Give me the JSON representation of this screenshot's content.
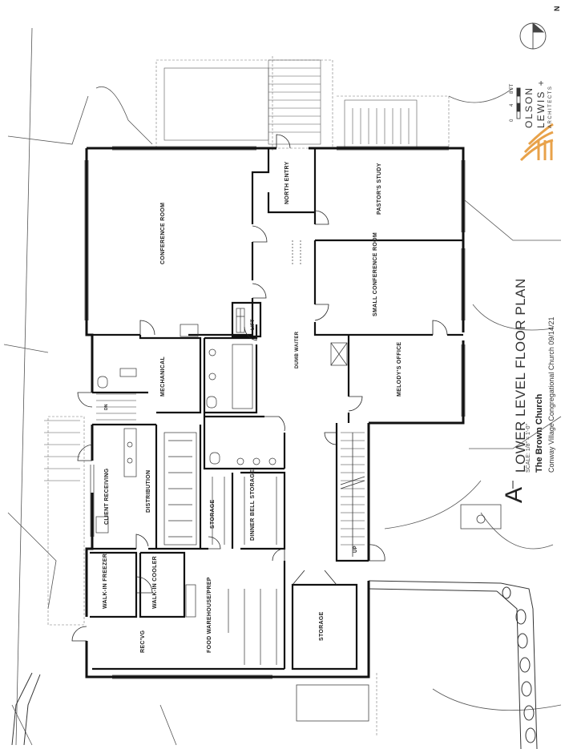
{
  "rooms": {
    "conference_room": "CONFERENCE ROOM",
    "north_entry": "NORTH ENTRY",
    "pastors_study": "PASTOR'S STUDY",
    "small_conference_room": "SMALL CONFERENCE ROOM",
    "mechanical": "MECHANICAL",
    "lift": "LIFT",
    "dumb_waiter": "DUMB WAITER",
    "melodys_office": "MELODY'S OFFICE",
    "client_receiving": "CLIENT RECEIVING",
    "distribution": "DISTRIBUTION",
    "storage_center": "STORAGE",
    "dinner_bell_storage": "DINNER BELL STORAGE",
    "walkin_freezer": "WALK-IN FREEZER",
    "walkin_cooler": "WALK-IN COOLER",
    "food_warehouse": "FOOD WAREHOUSE/PREP",
    "recvg": "REC'VG",
    "storage_lower": "STORAGE",
    "up": "UP",
    "dn": "DN"
  },
  "title_block": {
    "sheet_letter": "A",
    "plan_title": "LOWER LEVEL FLOOR PLAN",
    "scale": "SCALE: 1/8\" = 1'-0\"",
    "church_name": "The Brown Church",
    "subtitle": "Conway Village Congregational Church  09/14/21"
  },
  "firm": {
    "name_line1": "OLSON",
    "name_line2": "LEWIS +",
    "name_line3": "ARCHITECTS",
    "accent_color": "#e8a24a"
  },
  "scale_bar": {
    "t0": "0",
    "t4": "4",
    "t8": "8 FT"
  },
  "north_arrow": {
    "label": "N"
  }
}
